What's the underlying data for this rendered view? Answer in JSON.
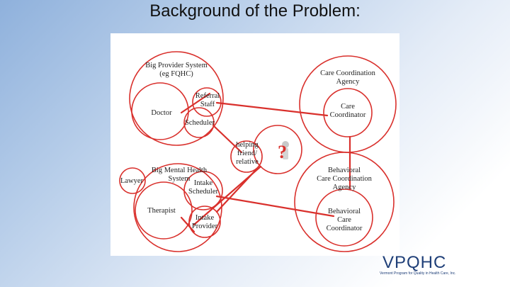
{
  "slide": {
    "title": "Background of the Problem:"
  },
  "diagram": {
    "nodes": {
      "big_provider": [
        "Big Provider System",
        "(eg FQHC)"
      ],
      "referral_staff": [
        "Referral",
        "Staff"
      ],
      "doctor": [
        "Doctor"
      ],
      "scheduler": [
        "Scheduler"
      ],
      "care_agency": [
        "Care Coordination",
        "Agency"
      ],
      "care_coordinator": [
        "Care",
        "Coordinator"
      ],
      "helping": [
        "helping",
        "friend/",
        "relative"
      ],
      "question_mark": "?",
      "behavioral_agency": [
        "Behavioral",
        "Care Coordination",
        "Agency"
      ],
      "behavioral_coordinator": [
        "Behavioral",
        "Care",
        "Coordinator"
      ],
      "lawyer": [
        "Lawyer"
      ],
      "big_mh": [
        "Big Mental Health",
        "System"
      ],
      "intake_scheduler": [
        "Intake",
        "Scheduler"
      ],
      "therapist": [
        "Therapist"
      ],
      "intake_provider": [
        "Intake",
        "Provider"
      ]
    }
  },
  "logo": {
    "text": "VPQHC",
    "tagline": "Vermont Program for Quality in Health Care, Inc.",
    "color": "#1f3f78"
  },
  "colors": {
    "accent": "#d9302c"
  }
}
